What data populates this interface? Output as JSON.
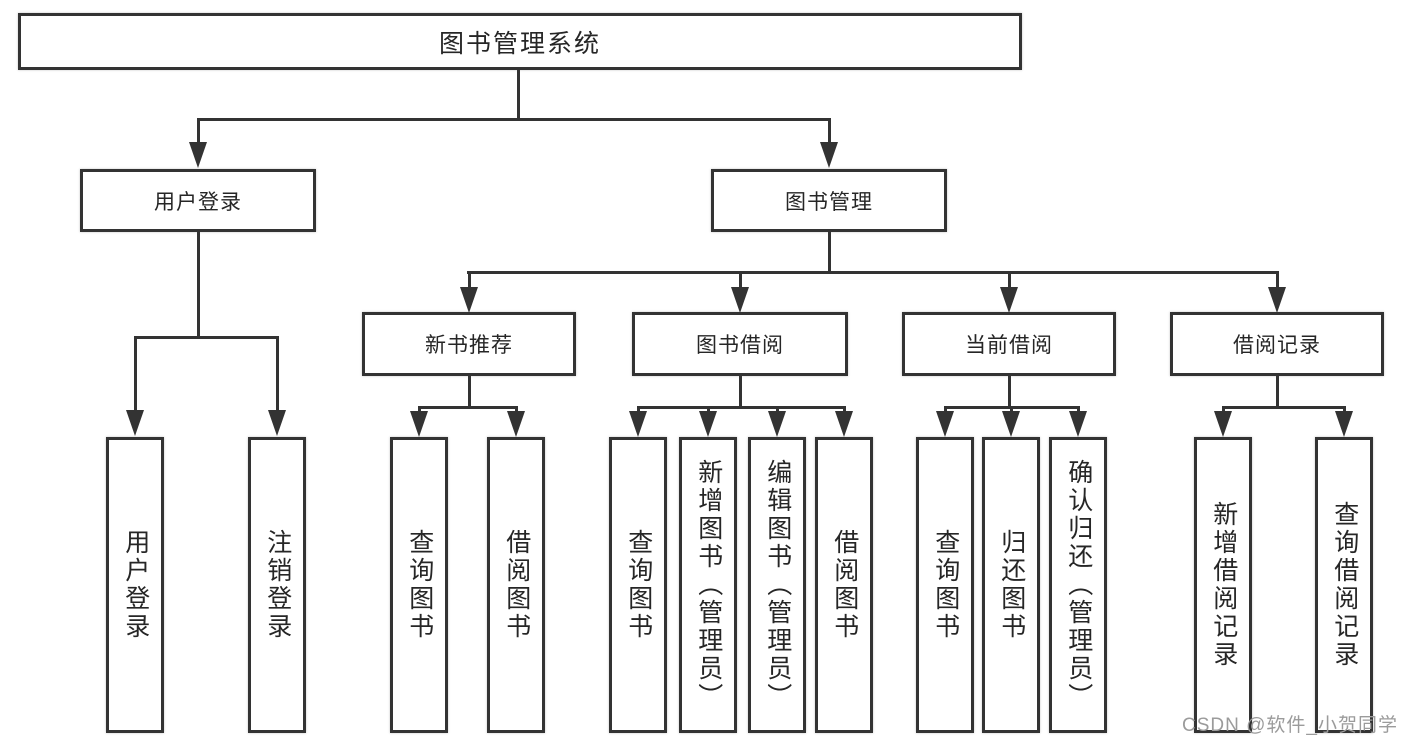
{
  "diagram": {
    "type": "hierarchy-chart",
    "root": {
      "label": "图书管理系统",
      "children": [
        {
          "label": "用户登录",
          "children": [
            {
              "label": "用户登录"
            },
            {
              "label": "注销登录"
            }
          ]
        },
        {
          "label": "图书管理",
          "children": [
            {
              "label": "新书推荐",
              "children": [
                {
                  "label": "查询图书"
                },
                {
                  "label": "借阅图书"
                }
              ]
            },
            {
              "label": "图书借阅",
              "children": [
                {
                  "label": "查询图书"
                },
                {
                  "label": "新增图书（管理员）"
                },
                {
                  "label": "编辑图书（管理员）"
                },
                {
                  "label": "借阅图书"
                }
              ]
            },
            {
              "label": "当前借阅",
              "children": [
                {
                  "label": "查询图书"
                },
                {
                  "label": "归还图书"
                },
                {
                  "label": "确认归还（管理员）"
                }
              ]
            },
            {
              "label": "借阅记录",
              "children": [
                {
                  "label": "新增借阅记录"
                },
                {
                  "label": "查询借阅记录"
                }
              ]
            }
          ]
        }
      ]
    }
  },
  "watermark": {
    "text": "CSDN @软件_小贺同学",
    "color": "#9b9b9b"
  },
  "colors": {
    "line": "#333333",
    "box_border": "#333333",
    "background": "#ffffff",
    "text": "#262626"
  }
}
